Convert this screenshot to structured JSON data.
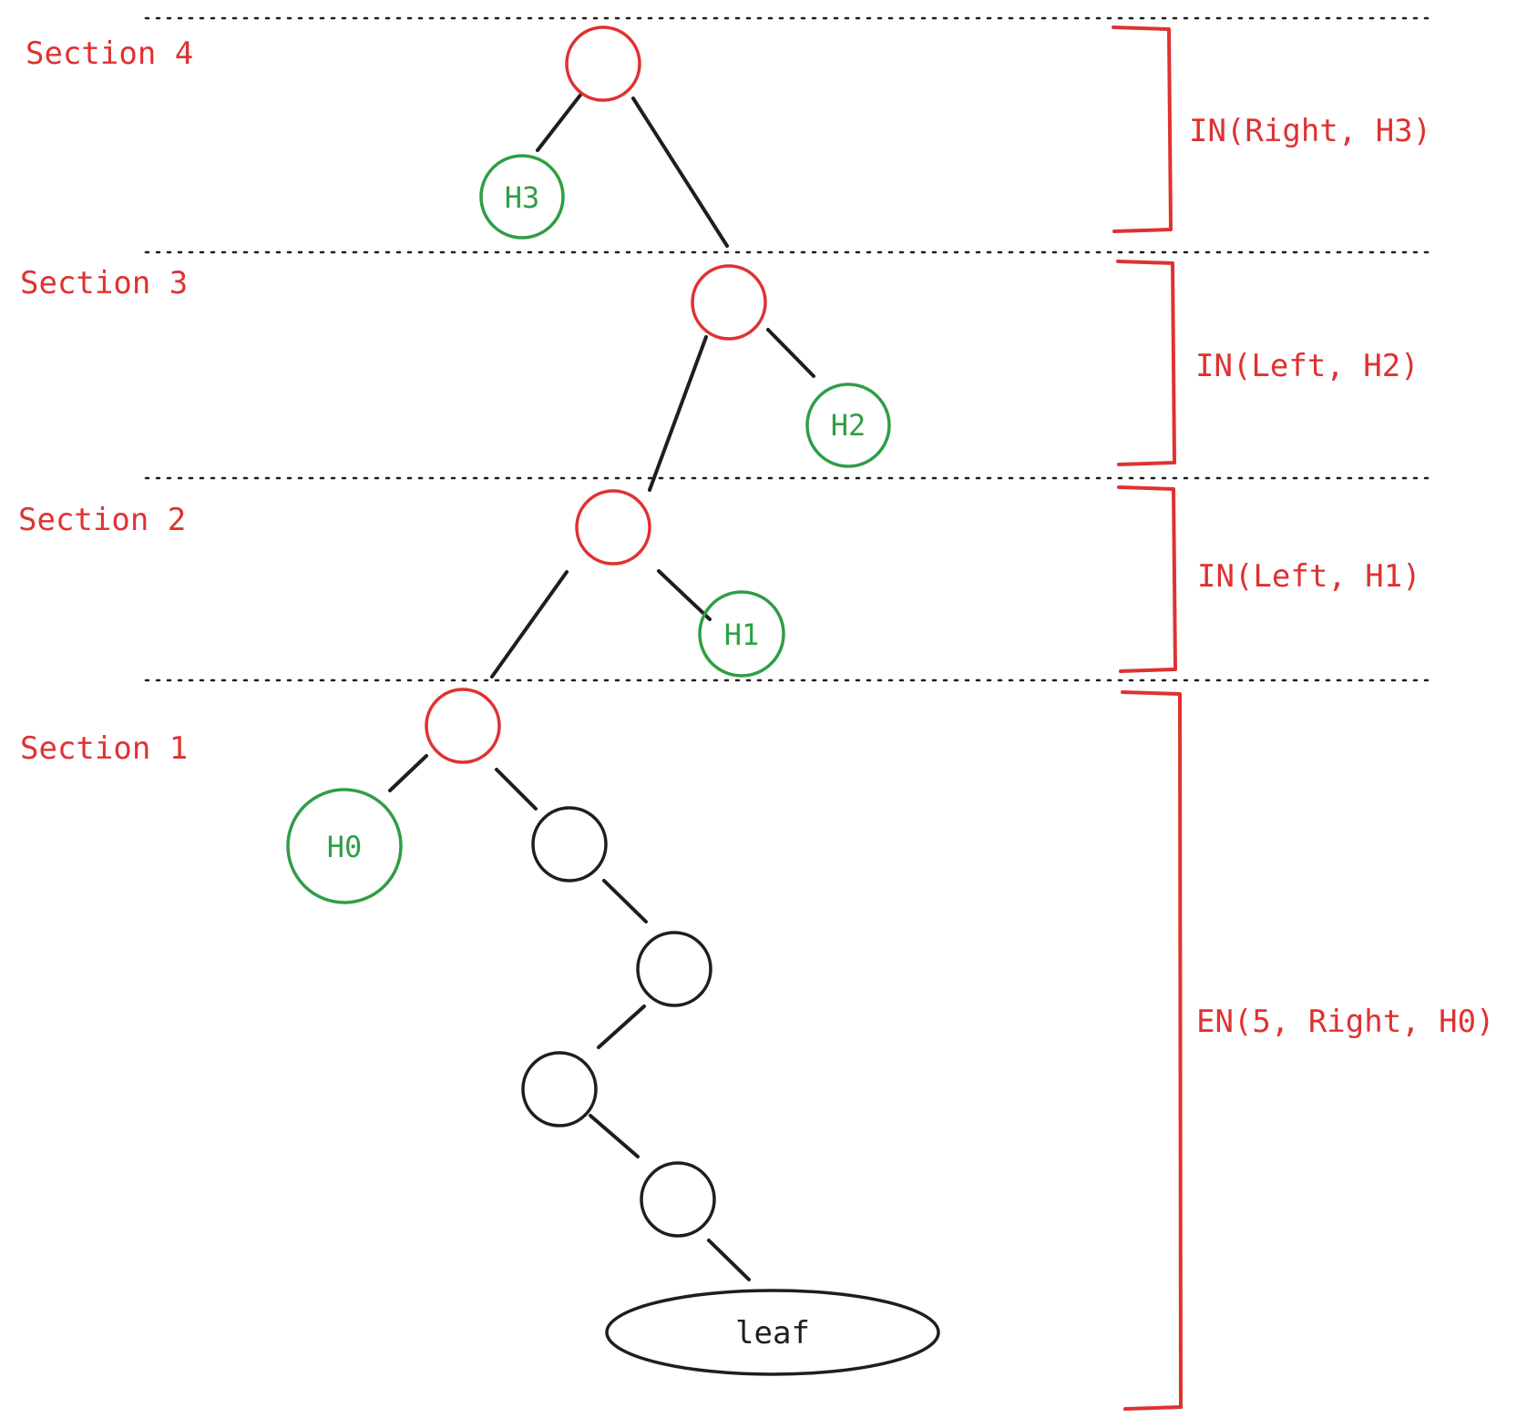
{
  "colors": {
    "red": "#e03131",
    "green": "#2f9e44",
    "black": "#1e1e1e",
    "background": "#ffffff"
  },
  "sections": [
    {
      "id": "4",
      "label": "Section 4"
    },
    {
      "id": "3",
      "label": "Section 3"
    },
    {
      "id": "2",
      "label": "Section 2"
    },
    {
      "id": "1",
      "label": "Section 1"
    }
  ],
  "brackets": [
    {
      "section": "4",
      "label": "IN(Right, H3)"
    },
    {
      "section": "3",
      "label": "IN(Left, H2)"
    },
    {
      "section": "2",
      "label": "IN(Left, H1)"
    },
    {
      "section": "1",
      "label": "EN(5, Right, H0)"
    }
  ],
  "nodes": {
    "sec4_root": {
      "label": "",
      "kind": "path"
    },
    "h3": {
      "label": "H3",
      "kind": "hash"
    },
    "sec3_root": {
      "label": "",
      "kind": "path"
    },
    "h2": {
      "label": "H2",
      "kind": "hash"
    },
    "sec2_root": {
      "label": "",
      "kind": "path"
    },
    "h1": {
      "label": "H1",
      "kind": "hash"
    },
    "sec1_root": {
      "label": "",
      "kind": "path"
    },
    "h0": {
      "label": "H0",
      "kind": "hash"
    },
    "chain1": {
      "label": "",
      "kind": "extension"
    },
    "chain2": {
      "label": "",
      "kind": "extension"
    },
    "chain3": {
      "label": "",
      "kind": "extension"
    },
    "chain4": {
      "label": "",
      "kind": "extension"
    },
    "leaf": {
      "label": "leaf",
      "kind": "leaf"
    }
  }
}
